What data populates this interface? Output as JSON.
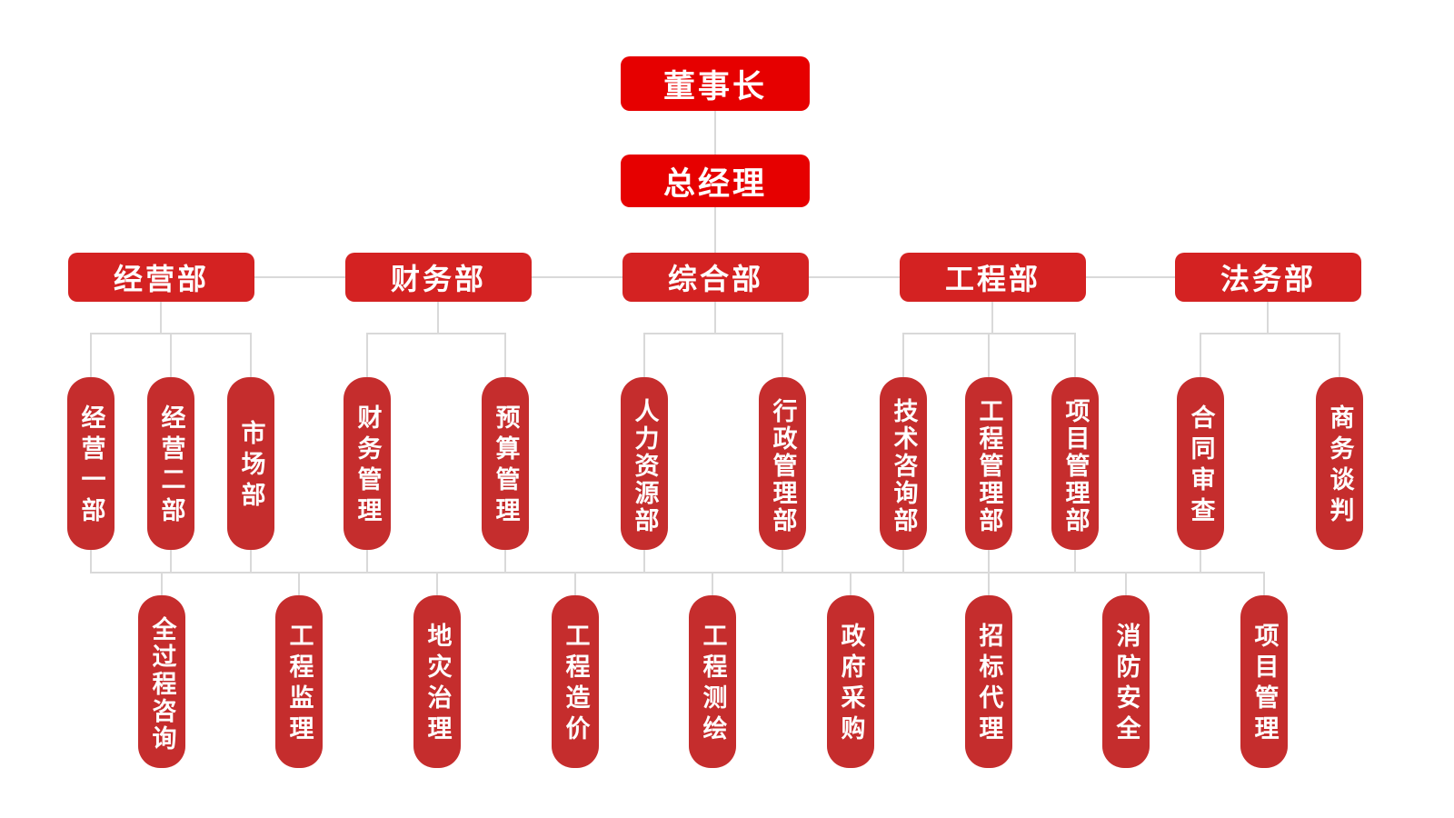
{
  "palette": {
    "node_red_top": "#e60000",
    "node_red_dept": "#d42222",
    "node_red_sub": "#c52d2d",
    "connector_gray": "#d9d9d9",
    "text_white": "#ffffff"
  },
  "org": {
    "chairman": "董事长",
    "general_manager": "总经理",
    "departments": [
      {
        "label": "经营部",
        "children": [
          "经营一部",
          "经营二部",
          "市场部"
        ]
      },
      {
        "label": "财务部",
        "children": [
          "财务管理",
          "预算管理"
        ]
      },
      {
        "label": "综合部",
        "children": [
          "人力资源部",
          "行政管理部"
        ]
      },
      {
        "label": "工程部",
        "children": [
          "技术咨询部",
          "工程管理部",
          "项目管理部"
        ]
      },
      {
        "label": "法务部",
        "children": [
          "合同审查",
          "商务谈判"
        ]
      }
    ],
    "business_units": [
      "全过程咨询",
      "工程监理",
      "地灾治理",
      "工程造价",
      "工程测绘",
      "政府采购",
      "招标代理",
      "消防安全",
      "项目管理"
    ]
  }
}
